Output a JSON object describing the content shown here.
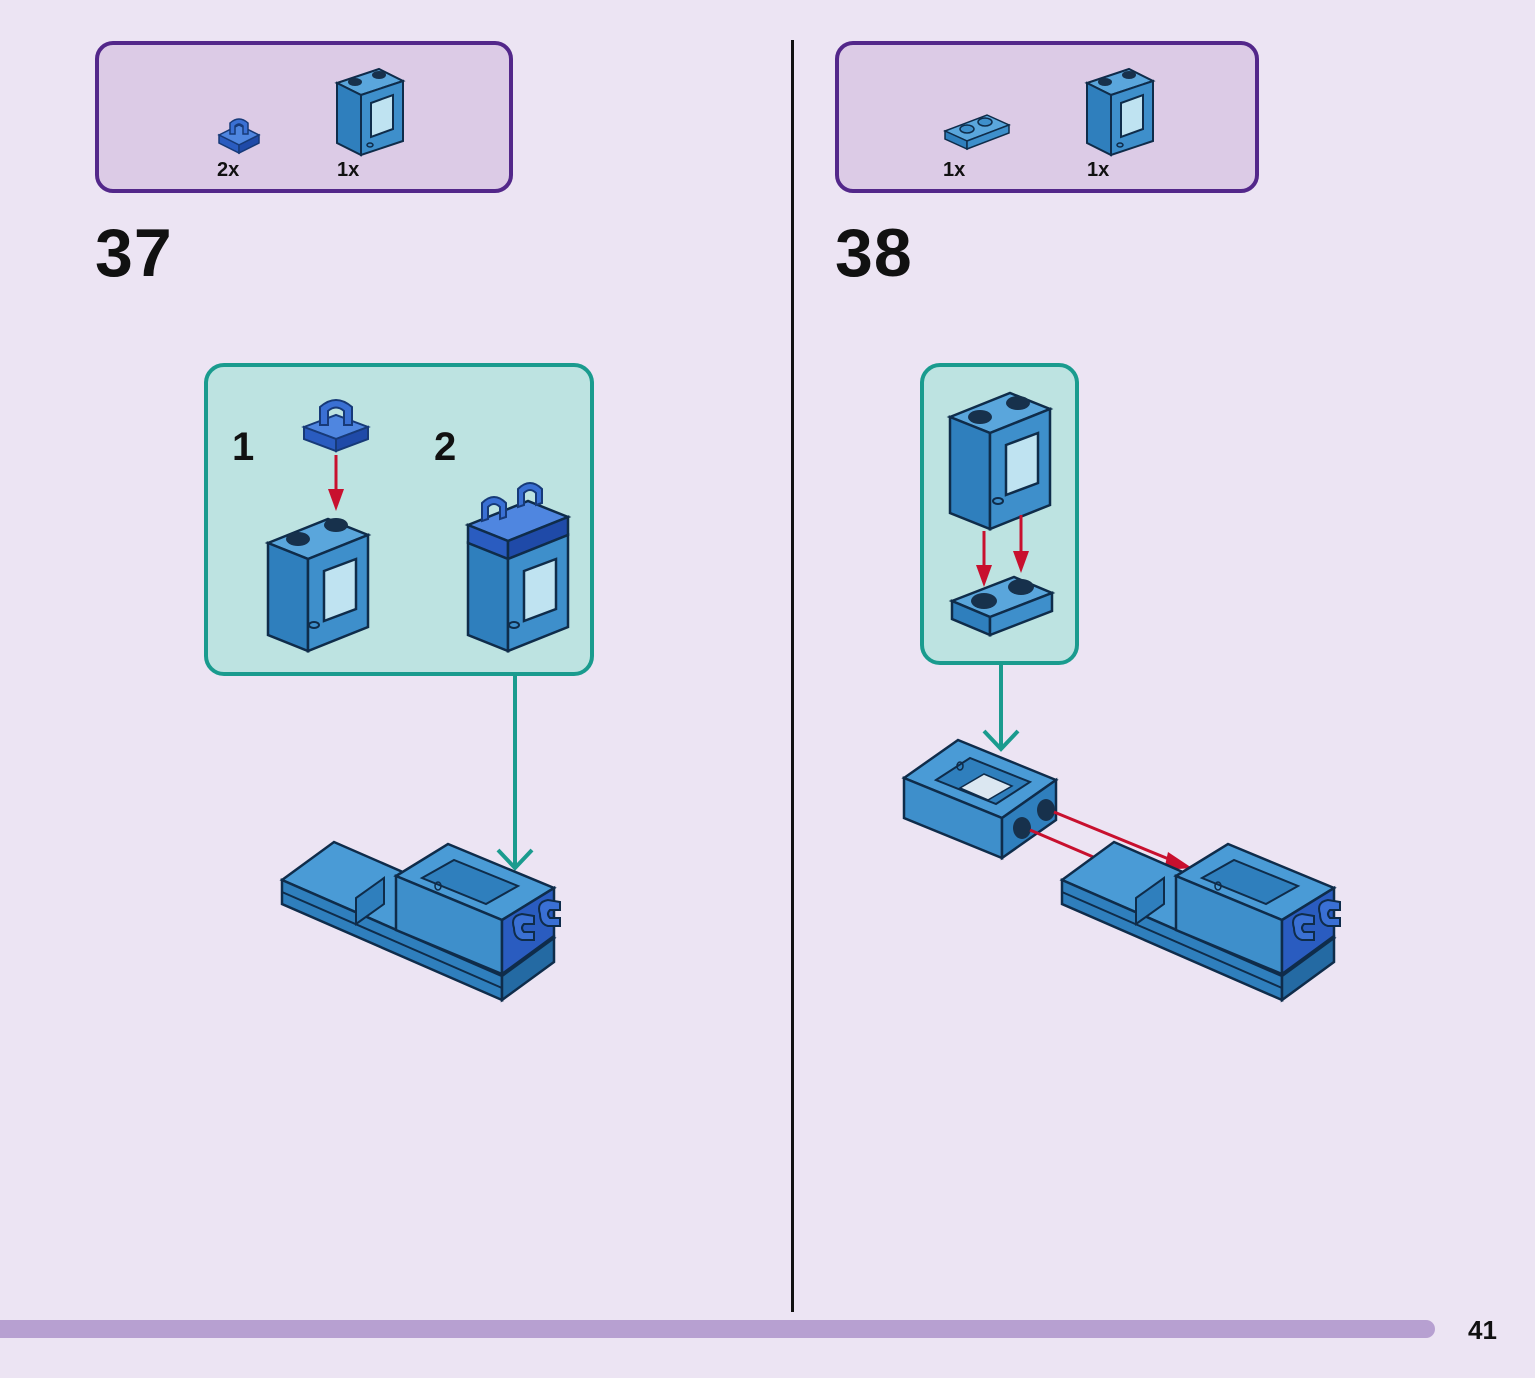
{
  "steps": [
    {
      "number": "37",
      "parts": [
        {
          "qty": "2x",
          "icon": "clip-plate-1x1-icon",
          "color": "#2f64c8"
        },
        {
          "qty": "1x",
          "icon": "window-frame-1x2x2-icon",
          "color": "#3e8fcb"
        }
      ],
      "substeps": [
        "1",
        "2"
      ]
    },
    {
      "number": "38",
      "parts": [
        {
          "qty": "1x",
          "icon": "plate-1x2-icon",
          "color": "#3e8fcb"
        },
        {
          "qty": "1x",
          "icon": "window-frame-1x2x2-icon",
          "color": "#3e8fcb"
        }
      ]
    }
  ],
  "colors": {
    "page_bg": "#ece4f3",
    "parts_border": "#53278a",
    "parts_bg": "#dccbe6",
    "substep_border": "#1a9b8e",
    "substep_bg": "#bde3e1",
    "brick_blue": "#3e8fcb",
    "clip_blue": "#2f64c8",
    "arrow_red": "#c8102e",
    "bar": "#b7a0d1"
  },
  "page_number": "41"
}
